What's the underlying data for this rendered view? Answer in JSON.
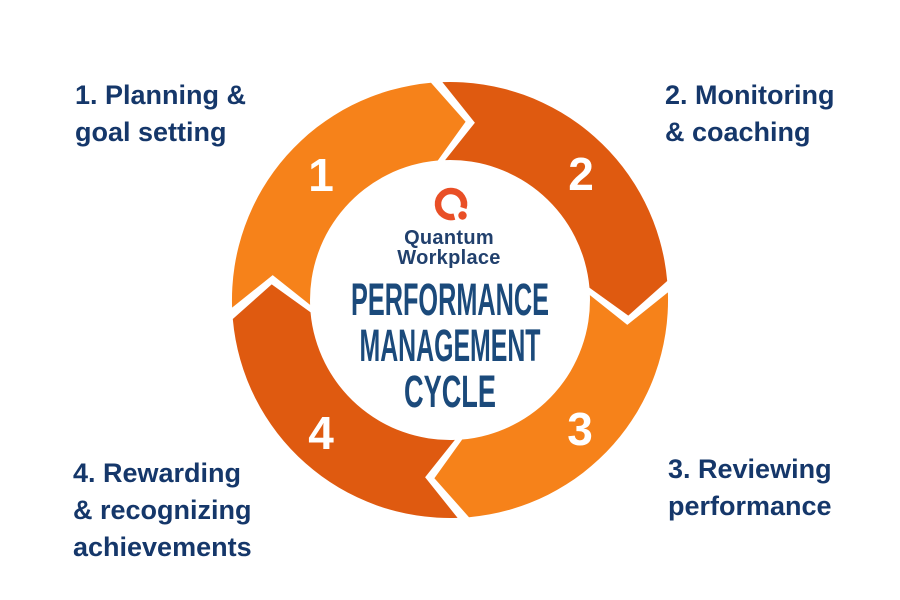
{
  "brand": {
    "line1": "Quantum",
    "line2": "Workplace"
  },
  "title": {
    "lines": [
      "PERFORMANCE",
      "MANAGEMENT",
      "CYCLE"
    ]
  },
  "steps": [
    {
      "number": "1",
      "position": "top-left",
      "lines": [
        "1. Planning &",
        "goal setting"
      ]
    },
    {
      "number": "2",
      "position": "top-right",
      "lines": [
        "2. Monitoring",
        "& coaching"
      ]
    },
    {
      "number": "3",
      "position": "bottom-right",
      "lines": [
        "3. Reviewing",
        "performance"
      ]
    },
    {
      "number": "4",
      "position": "bottom-left",
      "lines": [
        "4. Rewarding",
        "& recognizing",
        "achievements"
      ]
    }
  ],
  "colors": {
    "segment_light_orange": "#F6821A",
    "segment_dark_orange": "#DF5A10",
    "logo_orange": "#E94F26",
    "title_navy": "#1B4A7B",
    "label_navy": "#15376A",
    "brand_navy": "#21406D",
    "number_white": "#FFFFFF"
  }
}
